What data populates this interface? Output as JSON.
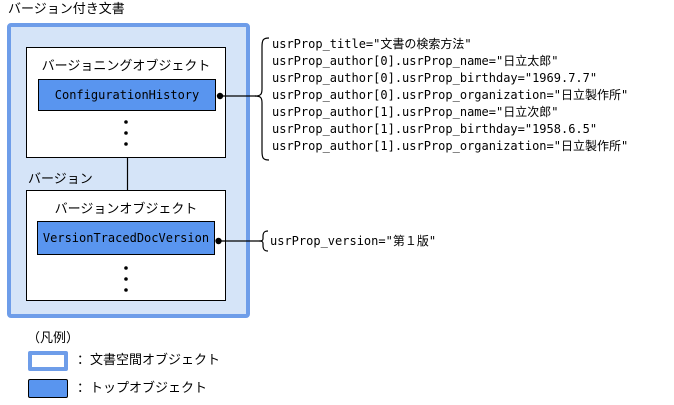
{
  "title": "バージョン付き文書",
  "diagram": {
    "versioning_section": {
      "label": "バージョニングオブジェクト",
      "object_name": "ConfigurationHistory"
    },
    "version_edge_label": "バージョン",
    "version_section": {
      "label": "バージョンオブジェクト",
      "object_name": "VersionTracedDocVersion"
    }
  },
  "annotations": {
    "top_properties": [
      "usrProp_title=\"文書の検索方法\"",
      "usrProp_author[0].usrProp_name=\"日立太郎\"",
      "usrProp_author[0].usrProp_birthday=\"1969.7.7\"",
      "usrProp_author[0].usrProp_organization=\"日立製作所\"",
      "usrProp_author[1].usrProp_name=\"日立次郎\"",
      "usrProp_author[1].usrProp_birthday=\"1958.6.5\"",
      "usrProp_author[1].usrProp_organization=\"日立製作所\""
    ],
    "bottom_properties": [
      "usrProp_version=\"第１版\""
    ]
  },
  "legend": {
    "title": "（凡例）",
    "items": [
      {
        "label": "：文書空間オブジェクト"
      },
      {
        "label": "：トップオブジェクト"
      }
    ]
  },
  "colors": {
    "frame_blue": "#6e9de9",
    "frame_fill": "#d5e4f8",
    "object_blue": "#5995ef"
  }
}
